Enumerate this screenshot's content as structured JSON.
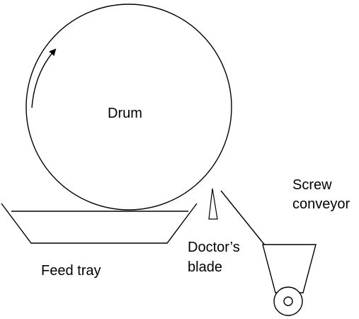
{
  "labels": {
    "drum": "Drum",
    "feed_tray": "Feed tray",
    "doctor_blade_line1": "Doctor’s",
    "doctor_blade_line2": "blade",
    "screw_conveyor_line1": "Screw",
    "screw_conveyor_line2": "conveyor"
  },
  "colors": {
    "stroke": "#000000",
    "background": "#ffffff"
  },
  "icons": {
    "rotation": "curved-arrow-icon"
  }
}
